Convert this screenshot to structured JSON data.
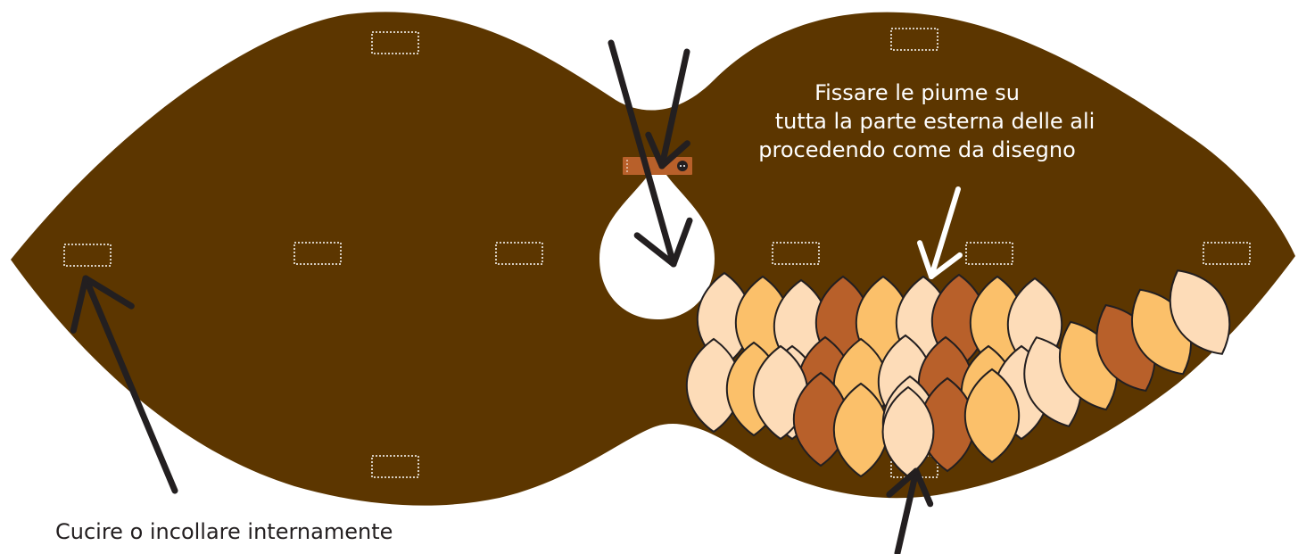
{
  "colors": {
    "cape": "#5c3600",
    "hole": "#ffffff",
    "strap": "#b8602a",
    "arrow_dark": "#231f20",
    "arrow_light": "#ffffff",
    "stitch": "#ffffff",
    "feather_light": "#fddcb8",
    "feather_gold": "#fbc06a",
    "feather_rust": "#b8602a",
    "feather_stroke": "#231f20"
  },
  "annotations": {
    "feathers_note": {
      "line1": "Fissare le piume su",
      "line2": "tutta la parte esterna delle ali",
      "line3": "procedendo come da disegno"
    },
    "inside_note": "Cucire o incollare internamente"
  },
  "icons": {
    "strap": "strap-with-button-icon",
    "patch": "stitched-patch-icon",
    "feather": "feather-icon"
  }
}
